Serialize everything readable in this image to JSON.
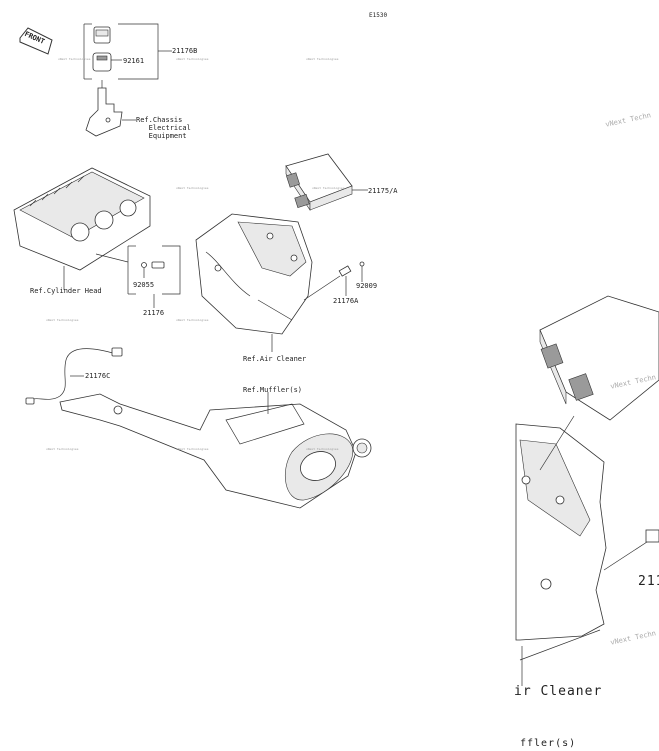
{
  "header": {
    "diagram_code": "E1530"
  },
  "front_label": "FRONT",
  "watermark": "vNext Technologies",
  "labels": {
    "p21176b": "21176B",
    "p92161": "92161",
    "ref_chassis": "Ref.Chassis\n   Electrical\n   Equipment",
    "p21175a": "21175/A",
    "ref_cylinder_head": "Ref.Cylinder Head",
    "p92055": "92055",
    "p21176": "21176",
    "p92009": "92009",
    "p21176a": "21176A",
    "ref_air_cleaner": "Ref.Air Cleaner",
    "p21176c": "21176C",
    "ref_muffler": "Ref.Muffler(s)"
  },
  "zoom": {
    "label_air_cleaner": "ir Cleaner",
    "label_part": "211",
    "label_muffler": "ffler(s)",
    "watermark": "vNext Techn"
  }
}
